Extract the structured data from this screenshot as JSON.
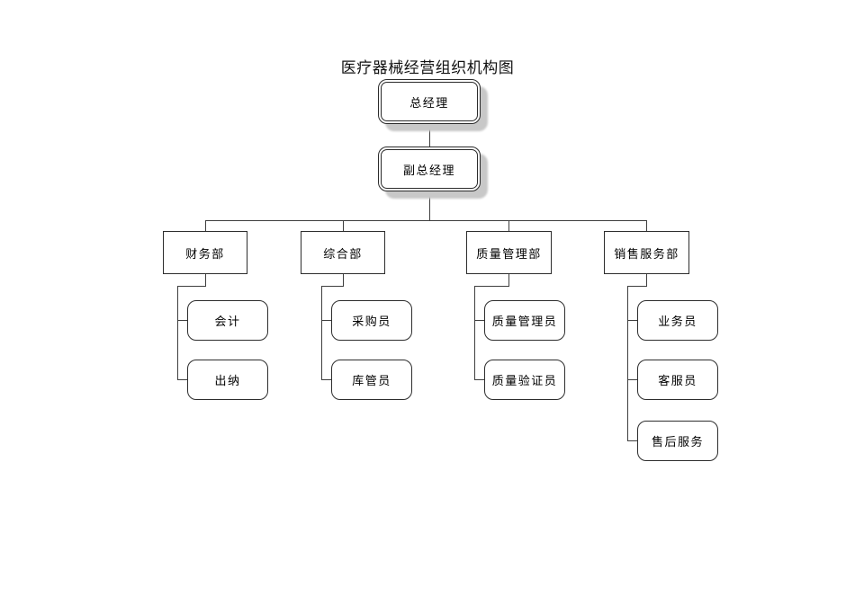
{
  "title": "医疗器械经营组织机构图",
  "org": {
    "general_manager": "总经理",
    "deputy_general_manager": "副总经理",
    "departments": [
      {
        "label": "财务部",
        "children": [
          "会计",
          "出纳"
        ]
      },
      {
        "label": "综合部",
        "children": [
          "采购员",
          "库管员"
        ]
      },
      {
        "label": "质量管理部",
        "children": [
          "质量管理员",
          "质量验证员"
        ]
      },
      {
        "label": "销售服务部",
        "children": [
          "业务员",
          "客服员",
          "售后服务"
        ]
      }
    ]
  },
  "colors": {
    "background": "#ffffff",
    "line": "#3e3e3e",
    "border": "#2b2b2b",
    "shadow": "#c8c8c8",
    "text": "#000000"
  }
}
